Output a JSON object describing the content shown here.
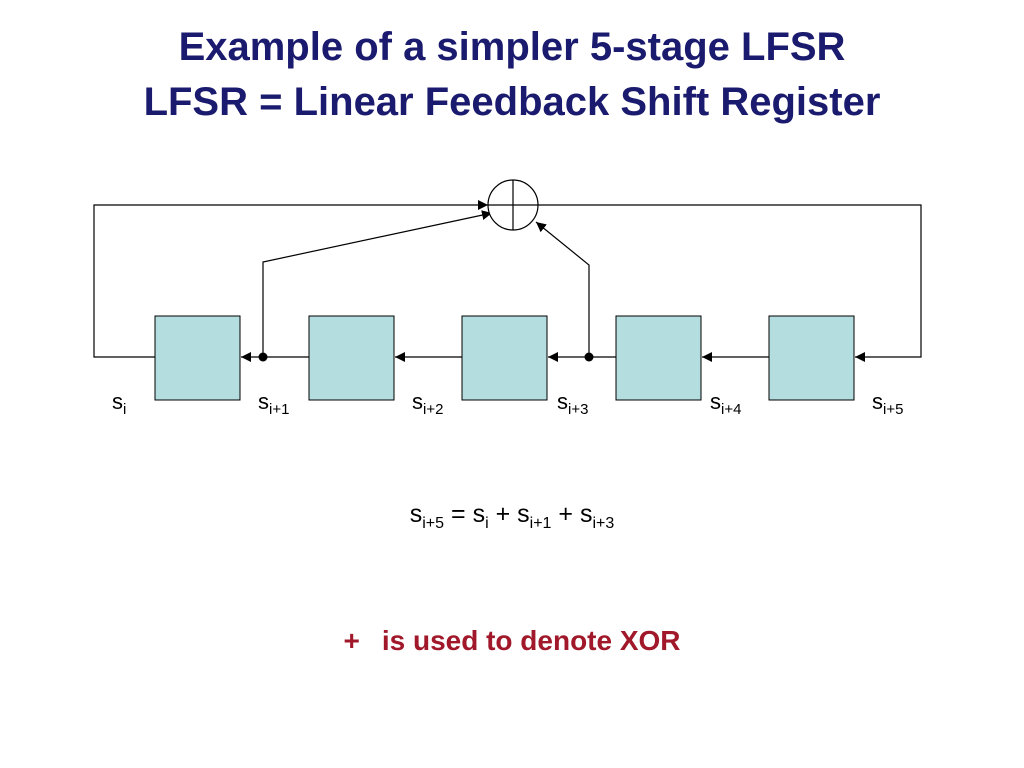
{
  "title": {
    "line1": "Example of a simpler 5-stage LFSR",
    "line2": "LFSR = Linear Feedback Shift Register"
  },
  "diagram": {
    "stage_count": 5,
    "register_fill": "#b4dde0",
    "labels": [
      {
        "base": "s",
        "sub": "i"
      },
      {
        "base": "s",
        "sub": "i+1"
      },
      {
        "base": "s",
        "sub": "i+2"
      },
      {
        "base": "s",
        "sub": "i+3"
      },
      {
        "base": "s",
        "sub": "i+4"
      },
      {
        "base": "s",
        "sub": "i+5"
      }
    ],
    "xor_symbol": "circle-plus"
  },
  "equation": {
    "lhs_base": "s",
    "lhs_sub": "i+5",
    "eq": "=",
    "t1_base": "s",
    "t1_sub": "i",
    "op1": "+",
    "t2_base": "s",
    "t2_sub": "i+1",
    "op2": "+",
    "t3_base": "s",
    "t3_sub": "i+3"
  },
  "note": {
    "symbol": "+",
    "text": "is used to denote XOR"
  },
  "colors": {
    "title": "#1a1a6e",
    "note": "#a0182a",
    "register": "#b4dde0"
  }
}
